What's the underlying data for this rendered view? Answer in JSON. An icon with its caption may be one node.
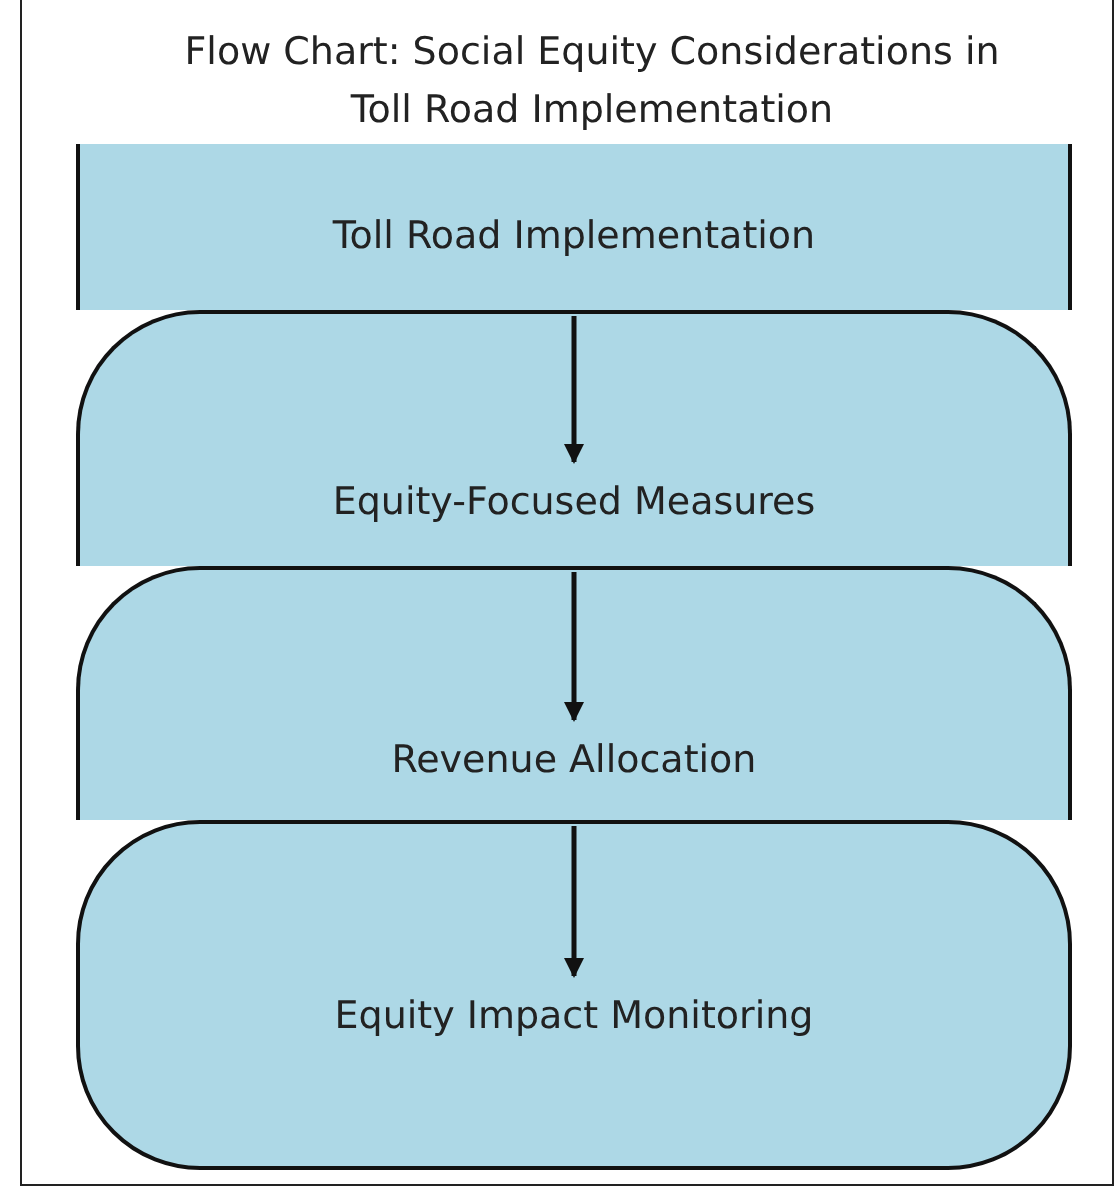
{
  "diagram": {
    "title": "Flow Chart: Social Equity Considerations in Toll Road Implementation",
    "nodes": [
      {
        "text": [
          "Toll Road Implementation"
        ]
      },
      {
        "text": [
          "Equity-Focused Measures"
        ]
      },
      {
        "text": [
          "Revenue Allocation"
        ]
      },
      {
        "text": [
          "Equity Impact Monitoring"
        ]
      }
    ],
    "edges": [
      {
        "from": 0,
        "to": 1,
        "arrow": "to"
      },
      {
        "from": 1,
        "to": 2,
        "arrow": "to"
      },
      {
        "from": 2,
        "to": 3,
        "arrow": "to"
      }
    ]
  }
}
